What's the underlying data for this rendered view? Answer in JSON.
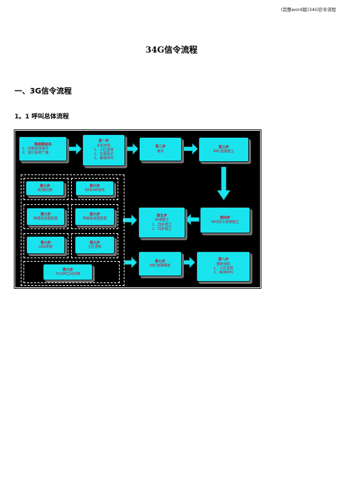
{
  "page": {
    "header_note": "(完整word版)34G信令流程",
    "title": "34G信令流程",
    "section_heading": "一、3G信令流程",
    "subsection_heading": "1。1 呼叫总体流程"
  },
  "diagram": {
    "nodes": {
      "n1": {
        "title": "网络侧启动",
        "lines": [
          "1、切换扰动操作",
          "2、进行系统广播"
        ]
      },
      "n2": {
        "title": "第一步",
        "lines": [
          "手机开机",
          "1、小区选择",
          "2、位置登记",
          "3、等待呼叫"
        ]
      },
      "n3": {
        "title": "第二步",
        "lines": [
          "被寻"
        ]
      },
      "n4": {
        "title": "第三步",
        "lines": [
          "RRC连接建立"
        ]
      },
      "n5": {
        "title": "第四步",
        "lines": [
          "NAS信令连接建立"
        ]
      },
      "n6": {
        "title": "第五步",
        "lines": [
          "RAB建立",
          "1、同步建立",
          "2、同步建立"
        ]
      },
      "n7": {
        "title": "第七步",
        "lines": [
          "RRC连接释放"
        ]
      },
      "n8": {
        "title": "第八步",
        "lines": [
          "重新待机",
          "1、小区选择",
          "2、等待呼叫"
        ]
      },
      "g1": {
        "title": "第六步",
        "lines": [
          "软/硬切换"
        ]
      },
      "g2": {
        "title": "第六步",
        "lines": [
          "RAB/RB修改"
        ]
      },
      "g3": {
        "title": "第六步",
        "lines": [
          "物理信道重配置"
        ]
      },
      "g4": {
        "title": "第六步",
        "lines": [
          "传输信道重配置"
        ]
      },
      "g5": {
        "title": "第六步",
        "lines": [
          "URA更新"
        ]
      },
      "g6": {
        "title": "第六步",
        "lines": [
          "小区更新"
        ]
      },
      "g7": {
        "title": "第六步",
        "lines": [
          "与GSM之间切换"
        ]
      }
    },
    "colors": {
      "box_fill": "#19e4ee",
      "box_text": "#c8102e",
      "arrow_fill": "#19e4ee",
      "background": "#000000"
    }
  }
}
